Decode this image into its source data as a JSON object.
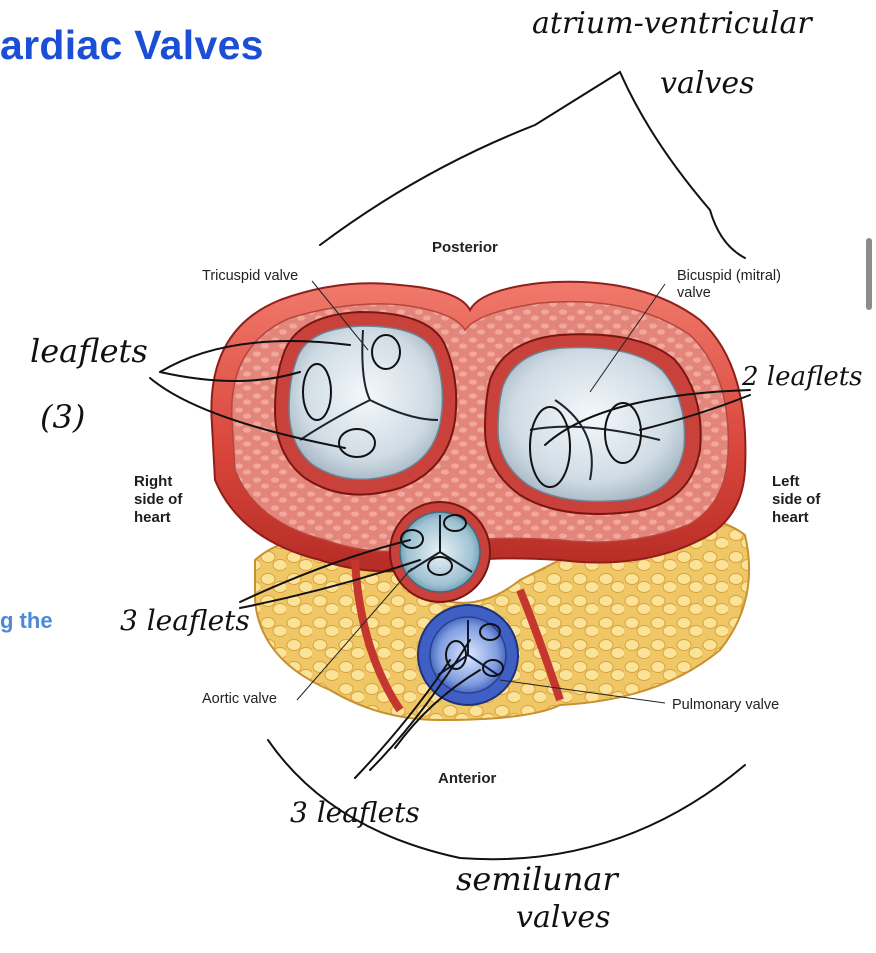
{
  "slide": {
    "title": "ardiac Valves",
    "fragment": "g the"
  },
  "figure": {
    "posterior": "Posterior",
    "anterior": "Anterior",
    "tricuspid": "Tricuspid valve",
    "bicuspid_line1": "Bicuspid (mitral)",
    "bicuspid_line2": "valve",
    "right_side": [
      "Right",
      "side of",
      "heart"
    ],
    "left_side": [
      "Left",
      "side of",
      "heart"
    ],
    "aortic": "Aortic valve",
    "pulmonary": "Pulmonary valve"
  },
  "handwriting": {
    "av_line1": "atrium-ventricular",
    "av_line2": "valves",
    "leaflets_left": "leaflets",
    "leaflets_count": "(3)",
    "two_leaflets": "2 leaflets",
    "three_leaflets_aortic": "3 leaflets",
    "three_leaflets_pulm": "3 leaflets",
    "semilunar_line1": "semilunar",
    "semilunar_line2": "valves"
  }
}
